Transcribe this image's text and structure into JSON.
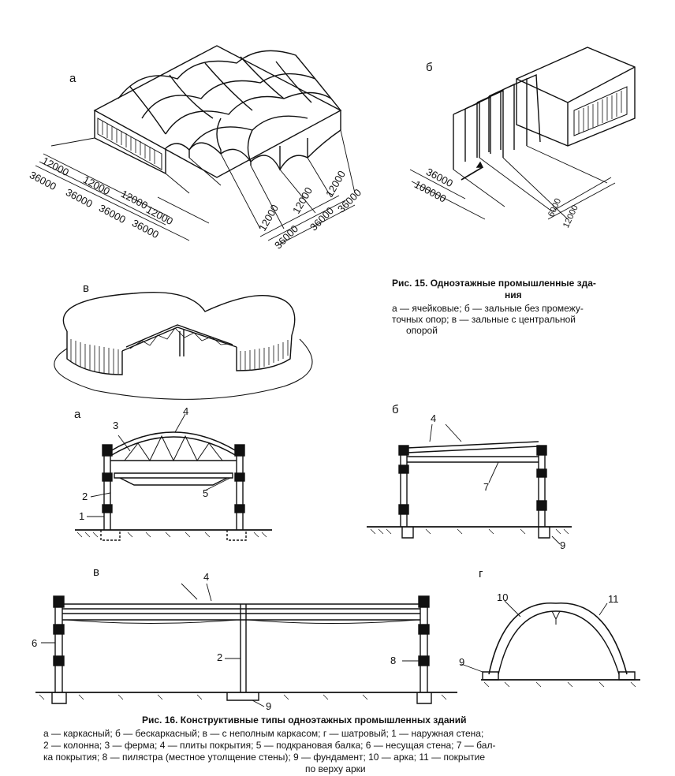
{
  "fig15": {
    "panel_a": "а",
    "panel_b": "б",
    "panel_v": "в",
    "dims_a": [
      "12000",
      "12000",
      "12000",
      "12000",
      "36000",
      "36000",
      "36000",
      "36000",
      "12000",
      "12000",
      "12000",
      "36000",
      "36000",
      "36000"
    ],
    "dims_b": [
      "36000",
      "100000",
      "6000",
      "12000"
    ],
    "title": "Рис. 15. Одноэтажные промышленные зда-",
    "title_cont": "ния",
    "legend_lines": [
      "а — ячейковые; б — зальные без промежу-",
      "точных опор; в — зальные с центральной",
      "опорой"
    ]
  },
  "fig16": {
    "panel_a": "а",
    "panel_b": "б",
    "panel_v": "в",
    "panel_g": "г",
    "callouts_a": [
      "1",
      "2",
      "3",
      "4",
      "5"
    ],
    "callouts_b": [
      "4",
      "7",
      "9"
    ],
    "callouts_v": [
      "4",
      "6",
      "2",
      "8",
      "9"
    ],
    "callouts_g": [
      "10",
      "11",
      "9"
    ],
    "title": "Рис. 16. Конструктивные типы одноэтажных промышленных зданий",
    "legend_lines": [
      "а — каркасный; б — бескаркасный; в — с неполным каркасом; г — шатровый; 1 — наружная стена;",
      "2 — колонна; 3 — ферма; 4 — плиты покрытия; 5 — подкрановая балка; 6 — несущая стена; 7 — бал-",
      "ка покрытия; 8 — пилястра (местное утолщение стены); 9 — фундамент; 10 — арка; 11 — покрытие",
      "по верху арки"
    ]
  }
}
